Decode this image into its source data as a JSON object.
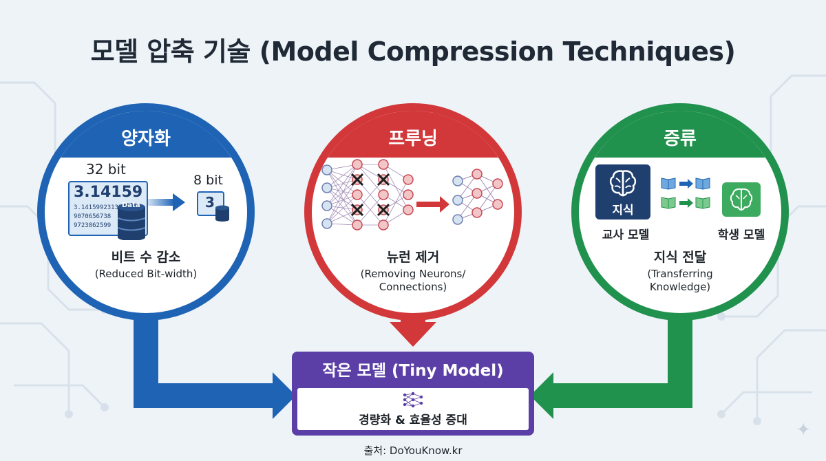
{
  "title": "모델 압축 기술 (Model Compression Techniques)",
  "quantization": {
    "heading": "양자화",
    "bits_before": "32 bit",
    "value_big": "3.14159",
    "value_rows": [
      "3.141599231330",
      "9070656738",
      "9723862599"
    ],
    "db_label": "Data",
    "bits_after": "8 bit",
    "value_small": "3",
    "caption_ko": "비트 수 감소",
    "caption_en": "(Reduced Bit-width)",
    "color": "#1f64b4"
  },
  "pruning": {
    "heading": "프루닝",
    "caption_ko": "뉴런 제거",
    "caption_en_lines": [
      "(Removing Neurons/",
      "Connections)"
    ],
    "color": "#d2383a"
  },
  "distillation": {
    "heading": "증류",
    "teacher_badge": "지식",
    "teacher_label": "교사 모델",
    "student_label": "학생 모델",
    "caption_ko": "지식 전달",
    "caption_en_lines": [
      "(Transferring",
      "Knowledge)"
    ],
    "color": "#21924d"
  },
  "result": {
    "title": "작은 모델 (Tiny Model)",
    "subtitle": "경량화 & 효율성 증대",
    "color": "#5b3fa6"
  },
  "source": "출처: DoYouKnow.kr"
}
